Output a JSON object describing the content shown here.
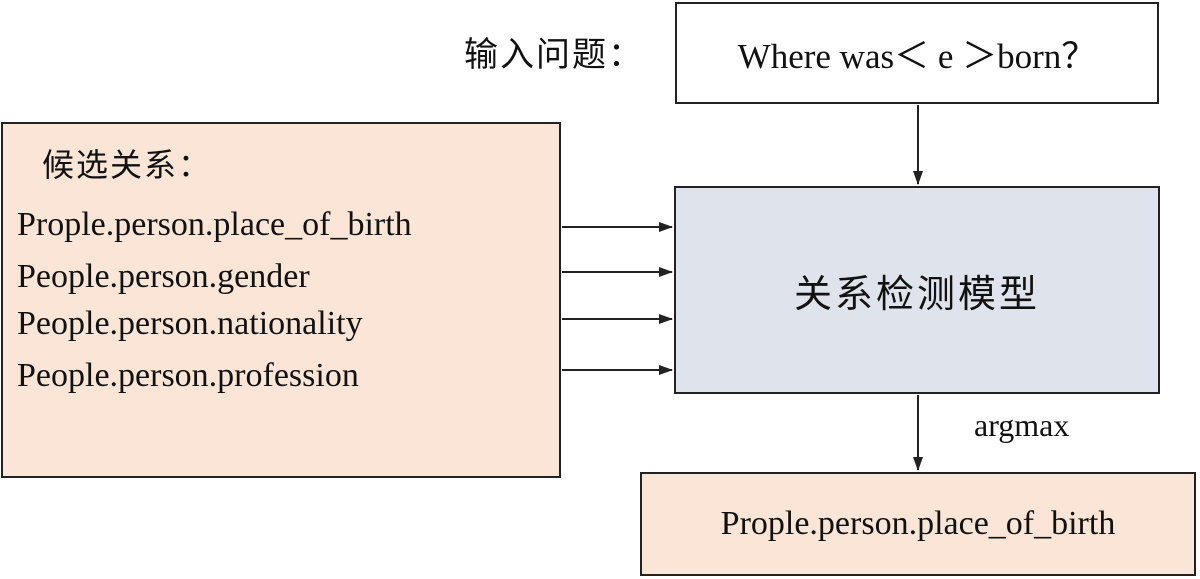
{
  "question": {
    "label": "输入问题：",
    "text": "Where was＜ e ＞born？"
  },
  "candidates": {
    "label": "候选关系：",
    "items": [
      "Prople.person.place_of_birth",
      "People.person.gender",
      "People.person.nationality",
      "People.person.profession"
    ]
  },
  "model": {
    "label": "关系检测模型"
  },
  "selection": {
    "label": "argmax"
  },
  "output": {
    "text": "Prople.person.place_of_birth"
  },
  "colors": {
    "candidate_fill": "#fbe5d6",
    "model_fill": "#dee3ec",
    "question_fill": "#ffffff",
    "stroke": "#222222"
  }
}
